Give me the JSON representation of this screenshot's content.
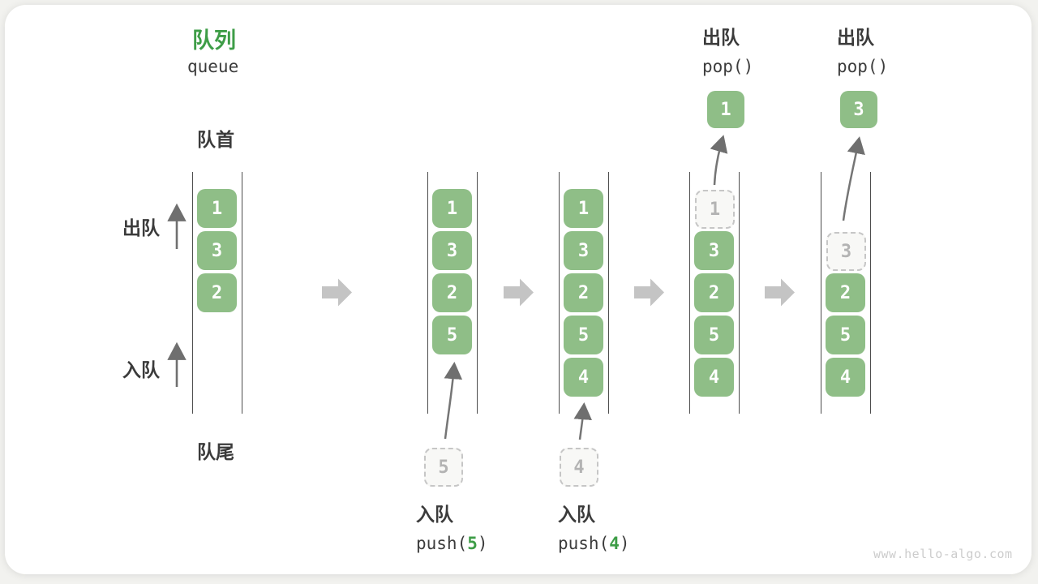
{
  "title": {
    "zh": "队列",
    "en": "queue"
  },
  "labels": {
    "front": "队首",
    "rear": "队尾",
    "dequeue": "出队",
    "enqueue": "入队"
  },
  "colors": {
    "box_green": "#8fbe87",
    "title_green": "#3e9d47",
    "wall_gray": "#4d4d4d",
    "block_arrow_gray": "#c4c4c4",
    "curve_arrow_gray": "#757575",
    "dashed_border": "#c6c6c6",
    "dashed_text": "#b3b3b3"
  },
  "states": [
    {
      "cells": [
        {
          "v": "1",
          "kind": "solid"
        },
        {
          "v": "3",
          "kind": "solid"
        },
        {
          "v": "2",
          "kind": "solid"
        }
      ]
    },
    {
      "cells": [
        {
          "v": "1",
          "kind": "solid"
        },
        {
          "v": "3",
          "kind": "solid"
        },
        {
          "v": "2",
          "kind": "solid"
        },
        {
          "v": "5",
          "kind": "solid"
        }
      ]
    },
    {
      "cells": [
        {
          "v": "1",
          "kind": "solid"
        },
        {
          "v": "3",
          "kind": "solid"
        },
        {
          "v": "2",
          "kind": "solid"
        },
        {
          "v": "5",
          "kind": "solid"
        },
        {
          "v": "4",
          "kind": "solid"
        }
      ]
    },
    {
      "cells": [
        {
          "v": "1",
          "kind": "dashed"
        },
        {
          "v": "3",
          "kind": "solid"
        },
        {
          "v": "2",
          "kind": "solid"
        },
        {
          "v": "5",
          "kind": "solid"
        },
        {
          "v": "4",
          "kind": "solid"
        }
      ]
    },
    {
      "cells": [
        {
          "v": "3",
          "kind": "dashed"
        },
        {
          "v": "2",
          "kind": "solid"
        },
        {
          "v": "5",
          "kind": "solid"
        },
        {
          "v": "4",
          "kind": "solid"
        }
      ]
    }
  ],
  "push_ops": [
    {
      "label": "入队",
      "code_prefix": "push(",
      "arg": "5",
      "code_suffix": ")",
      "operand": "5"
    },
    {
      "label": "入队",
      "code_prefix": "push(",
      "arg": "4",
      "code_suffix": ")",
      "operand": "4"
    }
  ],
  "pop_ops": [
    {
      "label": "出队",
      "code": "pop()",
      "result": "1"
    },
    {
      "label": "出队",
      "code": "pop()",
      "result": "3"
    }
  ],
  "watermark": "www.hello-algo.com"
}
